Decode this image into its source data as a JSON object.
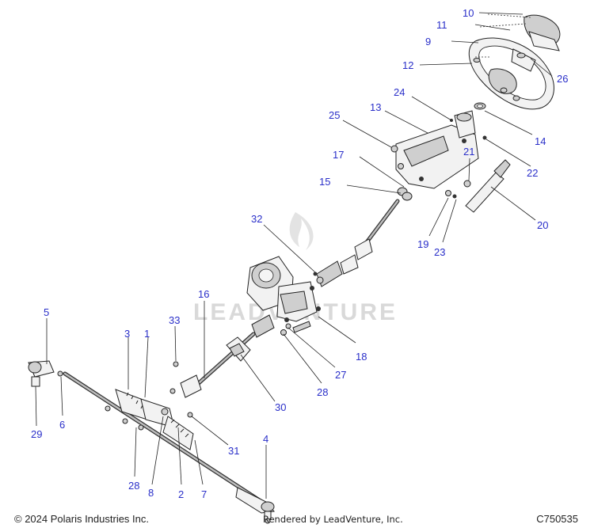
{
  "diagram": {
    "callouts": [
      "1",
      "2",
      "3",
      "4",
      "5",
      "6",
      "7",
      "8",
      "9",
      "10",
      "11",
      "12",
      "13",
      "14",
      "15",
      "16",
      "17",
      "18",
      "19",
      "20",
      "21",
      "22",
      "23",
      "24",
      "25",
      "26",
      "27",
      "28",
      "28",
      "29",
      "30",
      "31",
      "32",
      "33"
    ]
  },
  "watermark": {
    "text": "LEADVENTURE"
  },
  "footer": {
    "copyright": "© 2024 Polaris Industries Inc.",
    "rendered_by": "Rendered by LeadVenture, Inc.",
    "part_number": "C750535"
  }
}
